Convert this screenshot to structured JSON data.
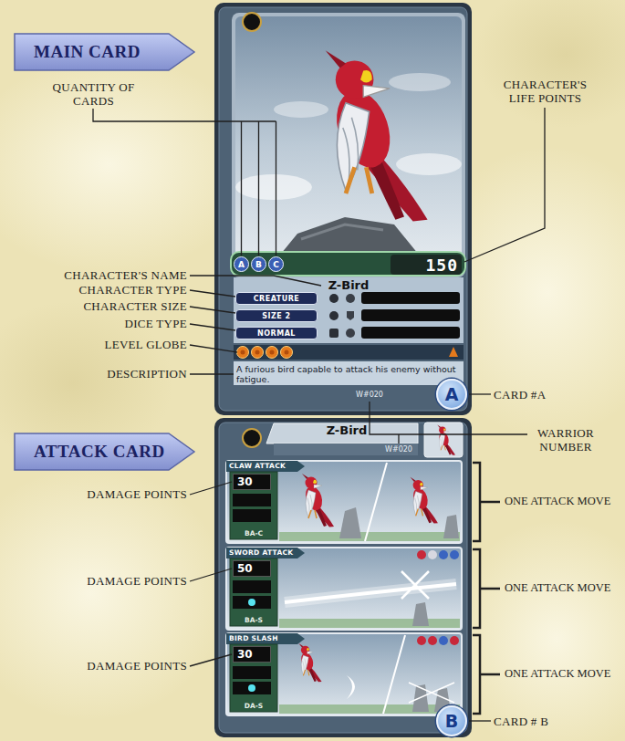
{
  "diagram": {
    "nodes": [
      {
        "text": [
          "MAIN CARD"
        ]
      },
      {
        "text": [
          "Z-Bird",
          "A furious bird capable to attack his enemy without fatigue.",
          "W#020"
        ]
      },
      {
        "text": [
          "A"
        ],
        "in": 1
      },
      {
        "text": [
          "B"
        ],
        "in": 1
      },
      {
        "text": [
          "C"
        ],
        "in": 1
      },
      {
        "text": [
          "150"
        ],
        "in": 1
      },
      {
        "text": [
          "CREATURE"
        ],
        "in": 1
      },
      {
        "text": [
          "SIZE 2"
        ],
        "in": 1
      },
      {
        "text": [
          "NORMAL"
        ],
        "in": 1
      },
      {
        "text": [
          "A"
        ],
        "in": 1
      },
      {
        "text": [
          "ATTACK CARD"
        ]
      },
      {
        "text": [
          "Z-Bird",
          "W#020"
        ]
      },
      {
        "text": [
          "CLAW ATTACK",
          "BA-C"
        ],
        "in": 11
      },
      {
        "text": [
          "30"
        ],
        "in": 12
      },
      {
        "text": [
          "SWORD ATTACK",
          "BA-S"
        ],
        "in": 11
      },
      {
        "text": [
          "50"
        ],
        "in": 14
      },
      {
        "text": [
          "BIRD SLASH",
          "DA-S"
        ],
        "in": 11
      },
      {
        "text": [
          "30"
        ],
        "in": 16
      },
      {
        "text": [
          "B"
        ],
        "in": 11
      }
    ],
    "labels": [
      "QUANTITY OF CARDS",
      "CHARACTER'S LIFE POINTS",
      "CHARACTER'S NAME",
      "CHARACTER TYPE",
      "CHARACTER SIZE",
      "DICE TYPE",
      "LEVEL GLOBE",
      "DESCRIPTION",
      "CARD #A",
      "WARRIOR NUMBER",
      "DAMAGE POINTS",
      "ONE ATTACK MOVE",
      "DAMAGE POINTS",
      "ONE ATTACK MOVE",
      "DAMAGE POINTS",
      "ONE ATTACK MOVE",
      "CARD # B"
    ]
  }
}
